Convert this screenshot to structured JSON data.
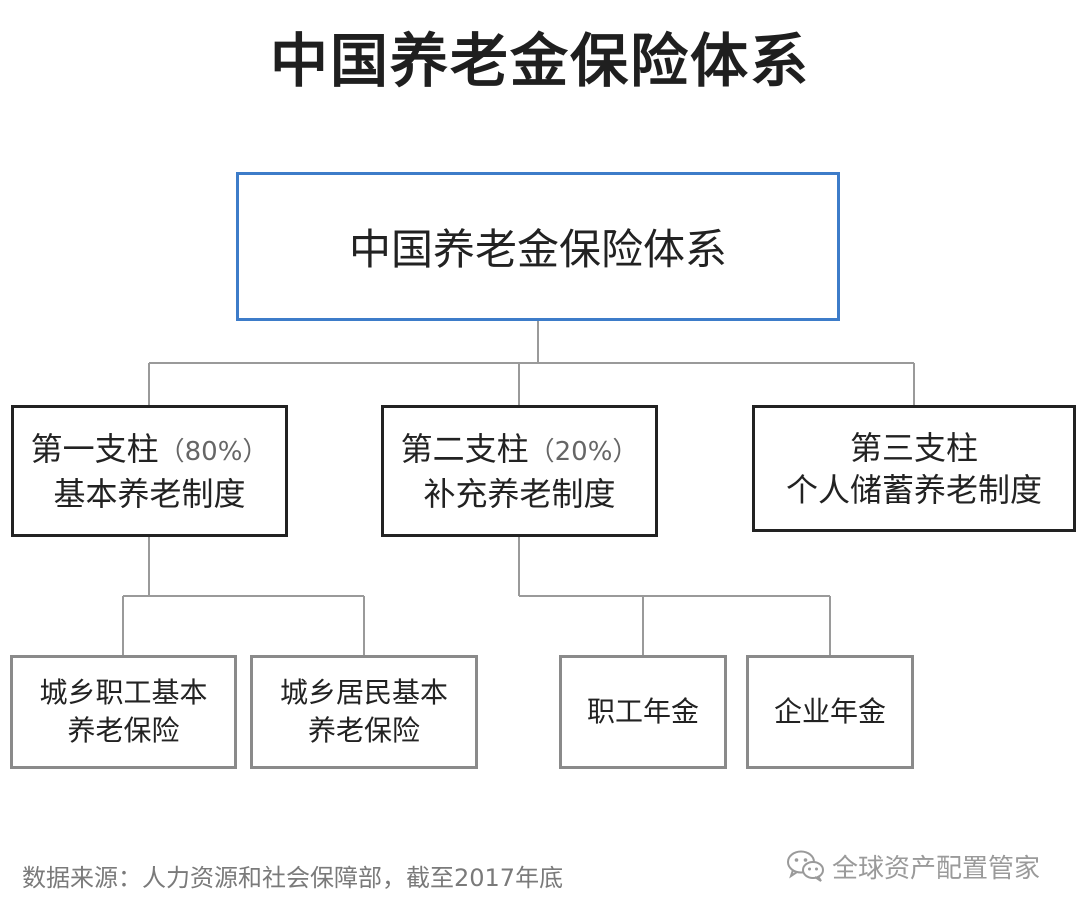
{
  "title": "中国养老金保险体系",
  "root": {
    "label": "中国养老金保险体系"
  },
  "pillars": [
    {
      "name": "第一支柱",
      "share": "（80%）",
      "desc": "基本养老制度"
    },
    {
      "name": "第二支柱",
      "share": "（20%）",
      "desc": "补充养老制度"
    },
    {
      "name": "第三支柱",
      "desc": "个人储蓄养老制度"
    }
  ],
  "leaves": [
    {
      "line1": "城乡职工基本",
      "line2": "养老保险"
    },
    {
      "line1": "城乡居民基本",
      "line2": "养老保险"
    },
    {
      "line1": "职工年金"
    },
    {
      "line1": "企业年金"
    }
  ],
  "source": "数据来源：人力资源和社会保障部，截至2017年底",
  "watermark": {
    "icon": "wechat-icon",
    "text": "全球资产配置管家"
  },
  "colors": {
    "root_border": "#3d7cc9",
    "pillar_border": "#222222",
    "leaf_border": "#8a8a8a",
    "connector": "#9a9a9a"
  }
}
